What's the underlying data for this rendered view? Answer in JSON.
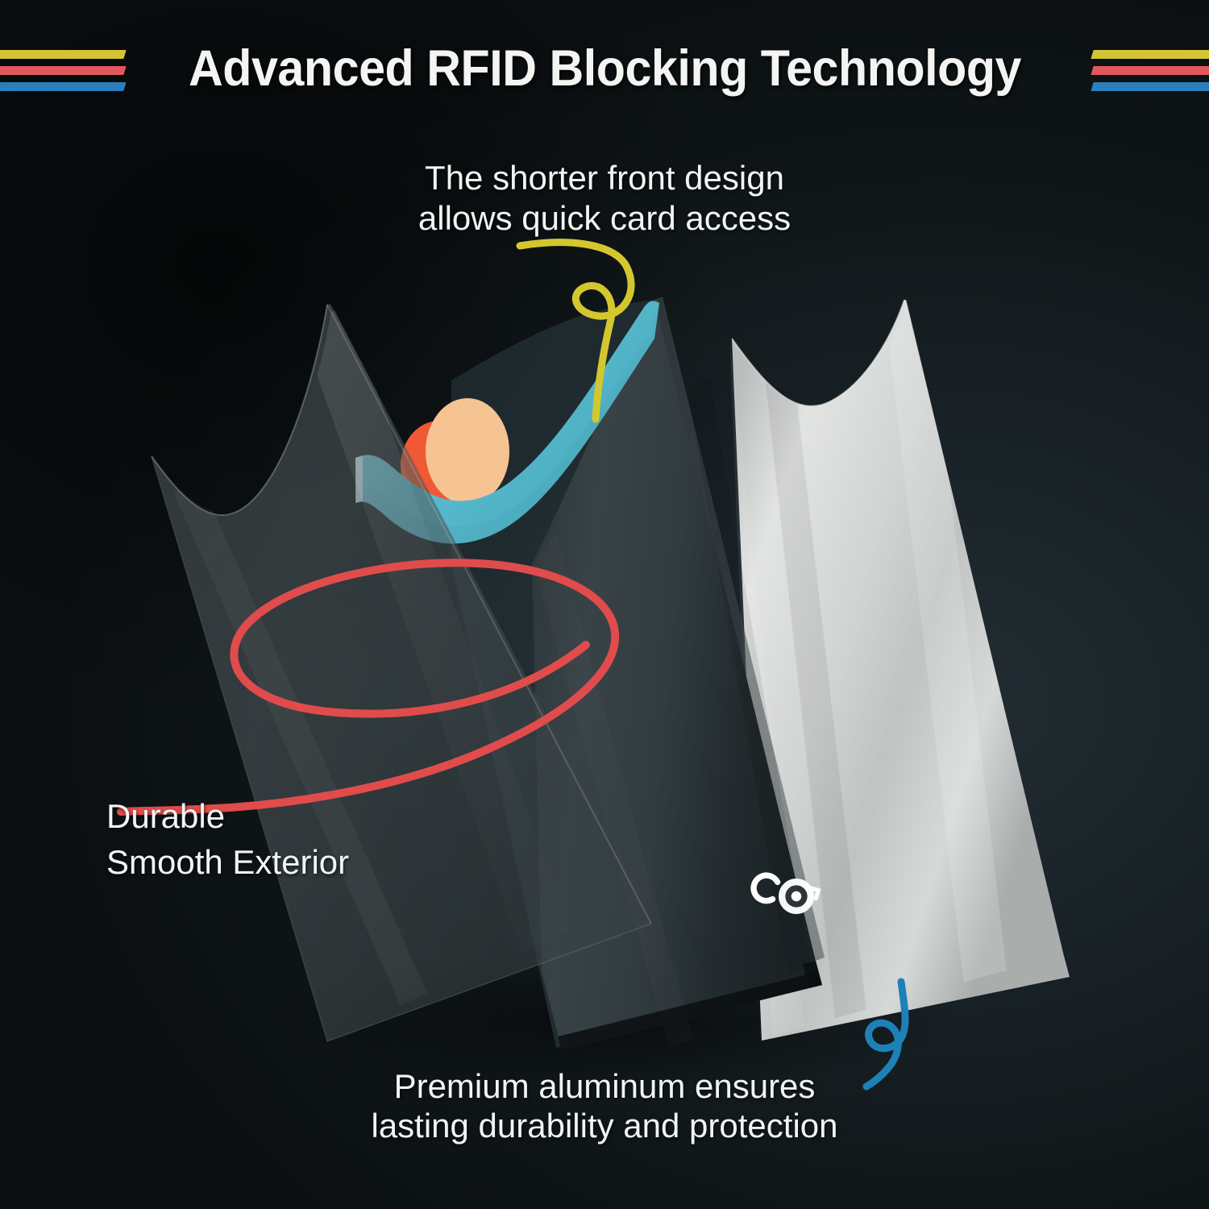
{
  "header": {
    "title": "Advanced RFID Blocking Technology",
    "stripe_colors": {
      "yellow": "#d4c433",
      "red": "#e0585c",
      "blue": "#2a7fbc"
    }
  },
  "callouts": [
    {
      "id": "shorter-front",
      "text": "The shorter front design\nallows quick card access",
      "annotation_icon": "yellow-curly-arrow",
      "annotation_color": "#d4c72e",
      "position": "top-center"
    },
    {
      "id": "durable-exterior",
      "text": "Durable\nSmooth Exterior",
      "annotation_icon": "red-lasso-circle",
      "annotation_color": "#e04c4c",
      "position": "mid-left"
    },
    {
      "id": "premium-aluminum",
      "text": "Premium aluminum ensures\nlasting durability and protection",
      "annotation_icon": "blue-curly-arrow",
      "annotation_color": "#1d81b8",
      "position": "bottom-center"
    }
  ],
  "product": {
    "name": "rfid-blocking-card-wallet",
    "panels": [
      {
        "id": "translucent-front-shield",
        "material": "translucent-gray-sheet",
        "color": "#414b4e"
      },
      {
        "id": "graphite-wallet-body",
        "material": "matte-graphite",
        "color": "#2c3538"
      },
      {
        "id": "aluminum-back-plate",
        "material": "brushed-aluminum",
        "color": "#c9cccb"
      }
    ],
    "highlight_stripe": {
      "id": "shorter-front-edge-highlight",
      "color": "#5cbdd0"
    },
    "cards": [
      {
        "id": "card-orange",
        "color": "#ef5a35"
      },
      {
        "id": "card-peach",
        "color": "#f6c392"
      }
    ],
    "brand_logo": {
      "id": "brand-logo-mark",
      "color": "#ffffff"
    }
  },
  "background": {
    "base_color": "#0c1114",
    "glow_color": "#222d33"
  }
}
